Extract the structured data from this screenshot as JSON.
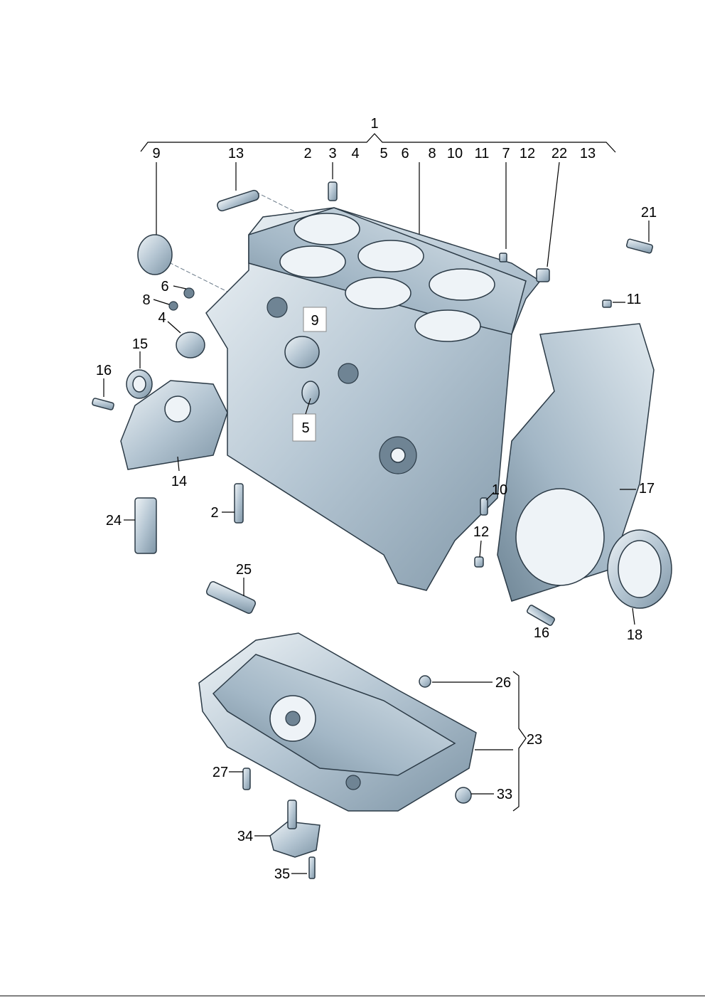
{
  "diagram": {
    "title_callout": "1",
    "top_row": [
      "9",
      "13",
      "2",
      "3",
      "4",
      "5",
      "6",
      "8",
      "10",
      "11",
      "7",
      "12",
      "22",
      "13"
    ],
    "labels": {
      "l21": "21",
      "l11": "11",
      "l6": "6",
      "l8": "8",
      "l4": "4",
      "l9_boxed": "9",
      "l15": "15",
      "l16a": "16",
      "l5_boxed": "5",
      "l14": "14",
      "l10": "10",
      "l17": "17",
      "l2": "2",
      "l24": "24",
      "l12": "12",
      "l25": "25",
      "l16b": "16",
      "l18": "18",
      "l26": "26",
      "l23": "23",
      "l27": "27",
      "l33": "33",
      "l34": "34",
      "l35": "35"
    }
  },
  "colors": {
    "part_light": "#e6edf2",
    "part_mid": "#a9bccb",
    "part_dark": "#5f7585"
  }
}
